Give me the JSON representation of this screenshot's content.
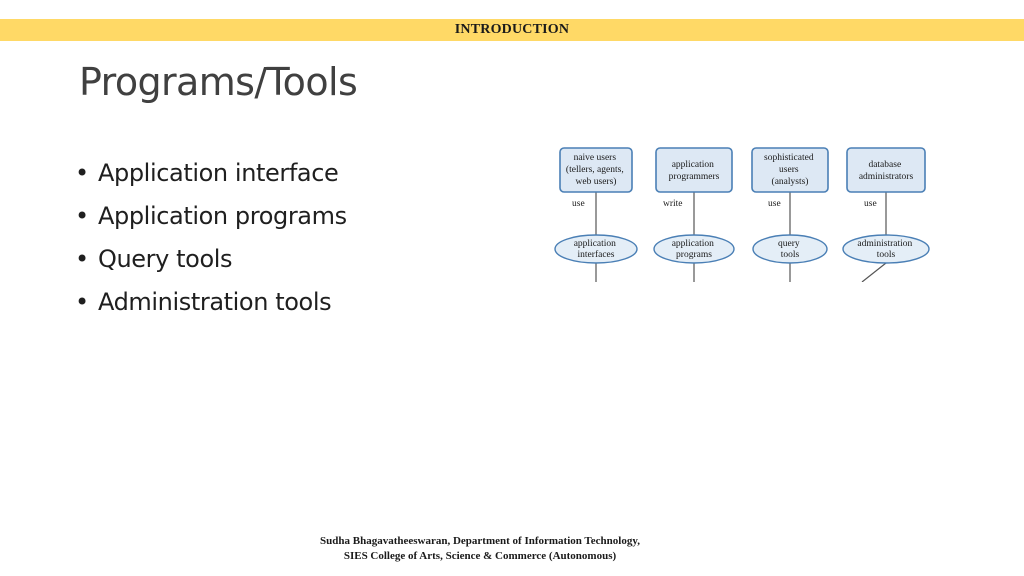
{
  "header": {
    "banner": "INTRODUCTION"
  },
  "slide": {
    "title": "Programs/Tools",
    "bullets": [
      "Application interface",
      "Application programs",
      "Query tools",
      "Administration tools"
    ]
  },
  "diagram": {
    "users": [
      {
        "lines": [
          "naive users",
          "(tellers, agents,",
          "web users)"
        ],
        "action": "use"
      },
      {
        "lines": [
          "application",
          "programmers"
        ],
        "action": "write"
      },
      {
        "lines": [
          "sophisticated",
          "users",
          "(analysts)"
        ],
        "action": "use"
      },
      {
        "lines": [
          "database",
          "administrators"
        ],
        "action": "use"
      }
    ],
    "tools": [
      {
        "lines": [
          "application",
          "interfaces"
        ]
      },
      {
        "lines": [
          "application",
          "programs"
        ]
      },
      {
        "lines": [
          "query",
          "tools"
        ]
      },
      {
        "lines": [
          "administration",
          "tools"
        ]
      }
    ]
  },
  "footer": {
    "line1": "Sudha Bhagavatheeswaran, Department of Information Technology,",
    "line2": "SIES College of Arts, Science & Commerce (Autonomous)"
  },
  "colors": {
    "banner": "#ffd966",
    "box_fill": "#dde8f4",
    "box_stroke": "#4a7fb5",
    "ellipse_fill": "#e4eef7"
  }
}
